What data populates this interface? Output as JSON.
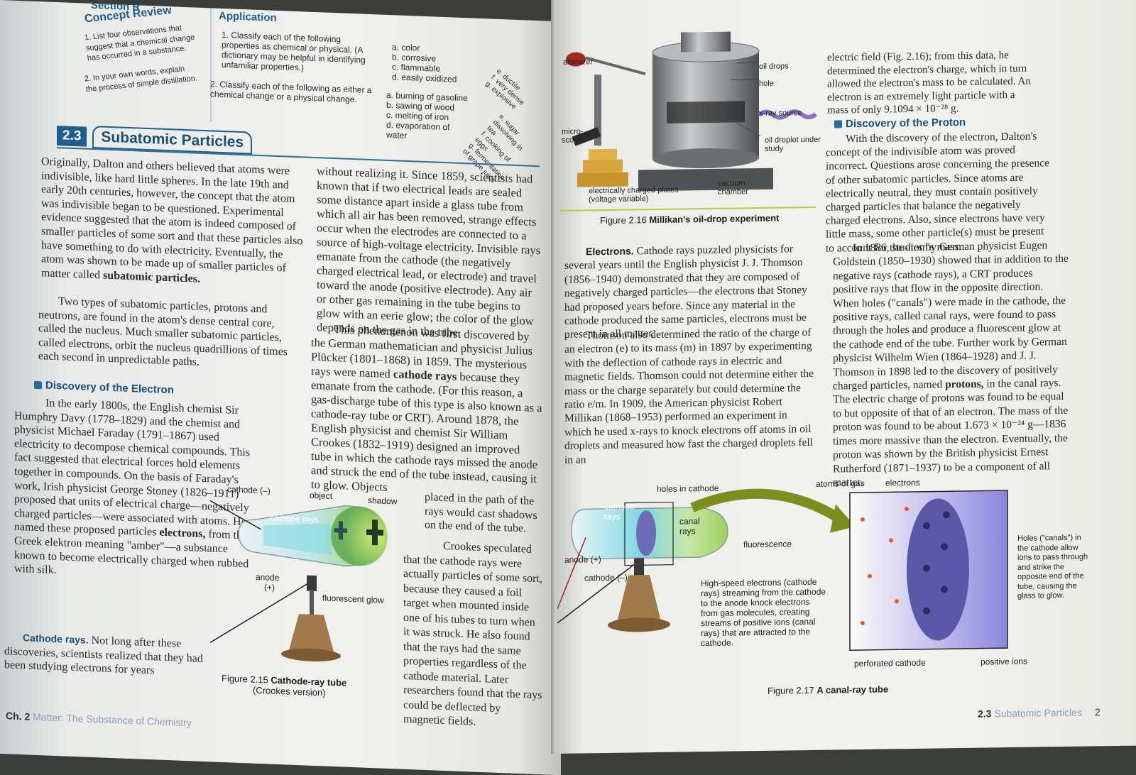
{
  "left_page": {
    "section_tab": "Section R",
    "concept_review": {
      "title": "Concept Review",
      "items": [
        "1. List four observations that suggest that a chemical change has occurred in a substance.",
        "2. In your own words, explain the process of simple distillation."
      ]
    },
    "application": {
      "title": "Application",
      "q1": "1. Classify each of the following properties as chemical or physical. (A dictionary may be helpful in identifying unfamiliar properties.)",
      "q1_options_a": [
        "a. color",
        "b. corrosive",
        "c. flammable",
        "d. easily oxidized"
      ],
      "q1_options_b": [
        "e. ductile",
        "f. very dense",
        "g. explosive"
      ],
      "q2": "2. Classify each of the following as either a chemical change or a physical change.",
      "q2_options_a": [
        "a. burning of gasoline",
        "b. sawing of wood",
        "c. melting of iron",
        "d. evaporation of water"
      ],
      "q2_options_b": [
        "e. sugar dissolving in tea",
        "f. cooking of eggs",
        "g. fermentation of grape juice"
      ]
    },
    "section_number": "2.3",
    "section_title": "Subatomic Particles",
    "intro_p1": "Originally, Dalton and others believed that atoms were indivisible, like hard little spheres. In the late 19th and early 20th centuries, however, the concept that the atom was indivisible began to be questioned. Experimental evidence suggested that the atom is indeed composed of smaller particles of some sort and that these particles also have something to do with electricity. Eventually, the atom was shown to be made up of smaller particles of matter called",
    "intro_p1_bold": "subatomic particles.",
    "intro_p2": "Two types of subatomic particles, protons and neutrons, are found in the atom's dense central core, called the nucleus. Much smaller subatomic particles, called electrons, orbit the nucleus quadrillions of times each second in unpredictable paths.",
    "electron_heading": "Discovery of the Electron",
    "electron_p1": "In the early 1800s, the English chemist Sir Humphry Davy (1778–1829) and the chemist and physicist Michael Faraday (1791–1867) used electricity to decompose chemical compounds. This fact suggested that electrical forces hold elements together in compounds. On the basis of Faraday's work, Irish physicist George Stoney (1826–1911) proposed that units of electrical charge—negatively charged particles—were associated with atoms. He named these proposed particles",
    "electron_p1_bold": "electrons,",
    "electron_p1_end": "from the Greek elektron meaning \"amber\"—a substance known to become electrically charged when rubbed with silk.",
    "cathode_heading": "Cathode rays.",
    "cathode_p1": "Not long after these discoveries, scientists realized that they had been studying electrons for years",
    "col2_p1": "without realizing it. Since 1859, scientists had known that if two electrical leads are sealed some distance apart inside a glass tube from which all air has been removed, strange effects occur when the electrodes are connected to a source of high-voltage electricity. Invisible rays emanate from the cathode (the negatively charged electrical lead, or electrode) and travel toward the anode (positive electrode). Any air or other gas remaining in the tube begins to glow with an eerie glow; the color of the glow depends on the gas in the tube.",
    "col2_p2": "This phenomenon was first discovered by the German mathematician and physicist Julius Plücker (1801–1868) in 1859. The mysterious rays were named",
    "col2_p2_bold": "cathode rays",
    "col2_p2_end": "because they emanate from the cathode. (For this reason, a gas-discharge tube of this type is also known as a cathode-ray tube or CRT). Around 1878, the English physicist and chemist Sir William Crookes (1832–1919) designed an improved tube in which the cathode rays missed the anode and struck the end of the tube instead, causing it to glow. Objects",
    "col2_p3": "placed in the path of the rays would cast shadows on the end of the tube.",
    "col2_p4": "Crookes speculated that the cathode rays were actually particles of some sort, because they caused a foil target when mounted inside one of his tubes to turn when it was struck. He also found that the rays had the same properties regardless of the cathode material. Later researchers found that the rays could be deflected by magnetic fields.",
    "fig215": {
      "labels": {
        "cathode": "cathode (–)",
        "object": "object",
        "shadow": "shadow",
        "cathode_rays": "cathode rays",
        "anode": "anode",
        "anode_sign": "(+)",
        "fluorescent_glow": "fluorescent glow"
      },
      "caption_num": "Figure 2.15",
      "caption_title": "Cathode-ray tube",
      "caption_sub": "(Crookes version)"
    },
    "footer_chapter": "Ch. 2",
    "footer_title": "Matter: The Substance of Chemistry"
  },
  "right_page": {
    "fig216": {
      "labels": {
        "atomizer": "atomizer",
        "oil_drops": "oil drops",
        "hole": "hole",
        "xray": "x-ray source",
        "microscope": "micro-scope",
        "droplet": "oil droplet under study",
        "plates": "electrically charged plates (voltage variable)",
        "vacuum": "vacuum chamber"
      },
      "caption_num": "Figure 2.16",
      "caption_title": "Millikan's oil-drop experiment"
    },
    "top_para": "electric field (Fig. 2.16); from this data, he determined the electron's charge, which in turn allowed the electron's mass to be calculated. An electron is an extremely light particle with a mass of only 9.1094 × 10⁻²⁸ g.",
    "proton_heading": "Discovery of the Proton",
    "proton_p1": "With the discovery of the electron, Dalton's concept of the indivisible atom was proved incorrect. Questions arose concerning the presence of other subatomic particles. Since atoms are electrically neutral, they must contain positively charged particles that balance the negatively charged electrons. Also, since electrons have very little mass, some other particle(s) must be present to account for the atom's mass.",
    "proton_p2": "In 1886, studies by German physicist Eugen Goldstein (1850–1930) showed that in addition to the negative rays (cathode rays), a CRT produces positive rays that flow in the opposite direction. When holes (\"canals\") were made in the cathode, the positive rays, called canal rays, were found to pass through the holes and produce a fluorescent glow at the cathode end of the tube. Further work by German physicist Wilhelm Wien (1864–1928) and J. J. Thomson in 1898 led to the discovery of positively charged particles, named",
    "proton_p2_bold": "protons,",
    "proton_p2_end": "in the canal rays. The electric charge of protons was found to be equal to but opposite of that of an electron. The mass of the proton was found to be about 1.673 × 10⁻²⁴ g—1836 times more massive than the electron. Eventually, the proton was shown by the British physicist Ernest Rutherford (1871–1937) to be a component of all matter.",
    "electrons_heading": "Electrons.",
    "electrons_p1": "Cathode rays puzzled physicists for several years until the English physicist J. J. Thomson (1856–1940) demonstrated that they are composed of negatively charged particles—the electrons that Stoney had proposed years before. Since any material in the cathode produced the same particles, electrons must be present in all matter.",
    "electrons_p2": "Thomson also determined the ratio of the charge of an electron (e) to its mass (m) in 1897 by experimenting with the deflection of cathode rays in electric and magnetic fields. Thomson could not determine either the mass or the charge separately but could determine the ratio e/m. In 1909, the American physicist Robert Millikan (1868–1953) performed an experiment in which he used x-rays to knock electrons off atoms in oil droplets and measured how fast the charged droplets fell in an",
    "fig217": {
      "labels": {
        "holes": "holes in cathode",
        "atoms_gas": "atoms of gas",
        "electrons": "electrons",
        "cathode_rays": "cathode rays",
        "canal_rays": "canal rays",
        "fluorescence": "fluorescence",
        "anode": "anode (+)",
        "cathode": "cathode (–)",
        "explain": "High-speed electrons (cathode rays) streaming from the cathode to the anode knock electrons from gas molecules, creating streams of positive ions (canal rays) that are attracted to the cathode.",
        "holes_note": "Holes (\"canals\") in the cathode allow ions to pass through and strike the opposite end of the tube, causing the glass to glow.",
        "perforated": "perforated cathode",
        "positive_ions": "positive ions"
      },
      "caption_num": "Figure 2.17",
      "caption_title": "A canal-ray tube"
    },
    "footer_section": "2.3",
    "footer_title": "Subatomic Particles",
    "page_number": "2"
  },
  "colors": {
    "accent_blue": "#1f5e8c",
    "glass_green": "#9fd15a",
    "ray_cyan": "#7fd8e0",
    "arrow_olive": "#7a8f1f"
  }
}
